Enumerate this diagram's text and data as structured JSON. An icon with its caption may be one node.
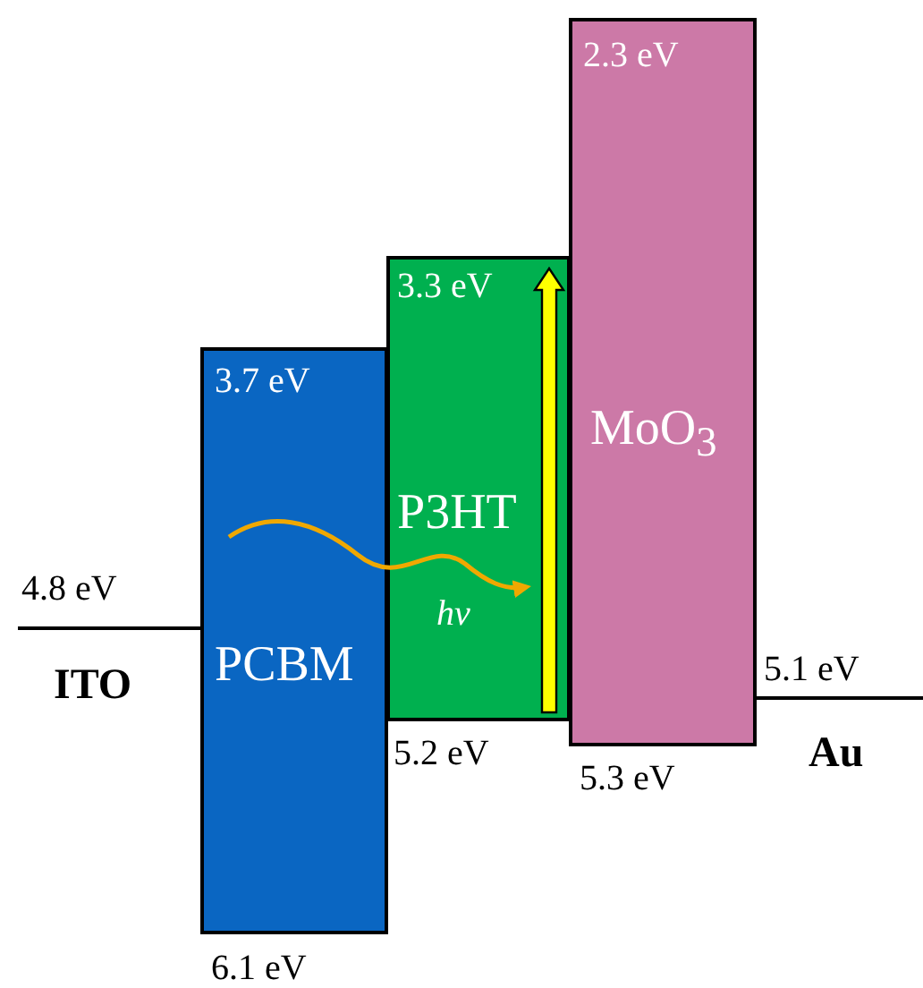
{
  "diagram": {
    "nodes": [
      {
        "text": [
          "3.7 eV",
          "PCBM"
        ],
        "beside": [
          "6.1 eV"
        ]
      },
      {
        "text": [
          "3.3 eV",
          "P3HT"
        ],
        "beside": [
          "5.2 eV"
        ]
      },
      {
        "text": [
          "2.3 eV",
          "MoO$_{3}$"
        ],
        "beside": [
          "5.3 eV"
        ]
      }
    ],
    "edges": [
      {
        "from": 0,
        "to": 1,
        "arrow": "to"
      }
    ],
    "labels": [
      "4.8 eV",
      "ITO",
      "*hν*",
      "5.1 eV",
      "Au"
    ]
  }
}
